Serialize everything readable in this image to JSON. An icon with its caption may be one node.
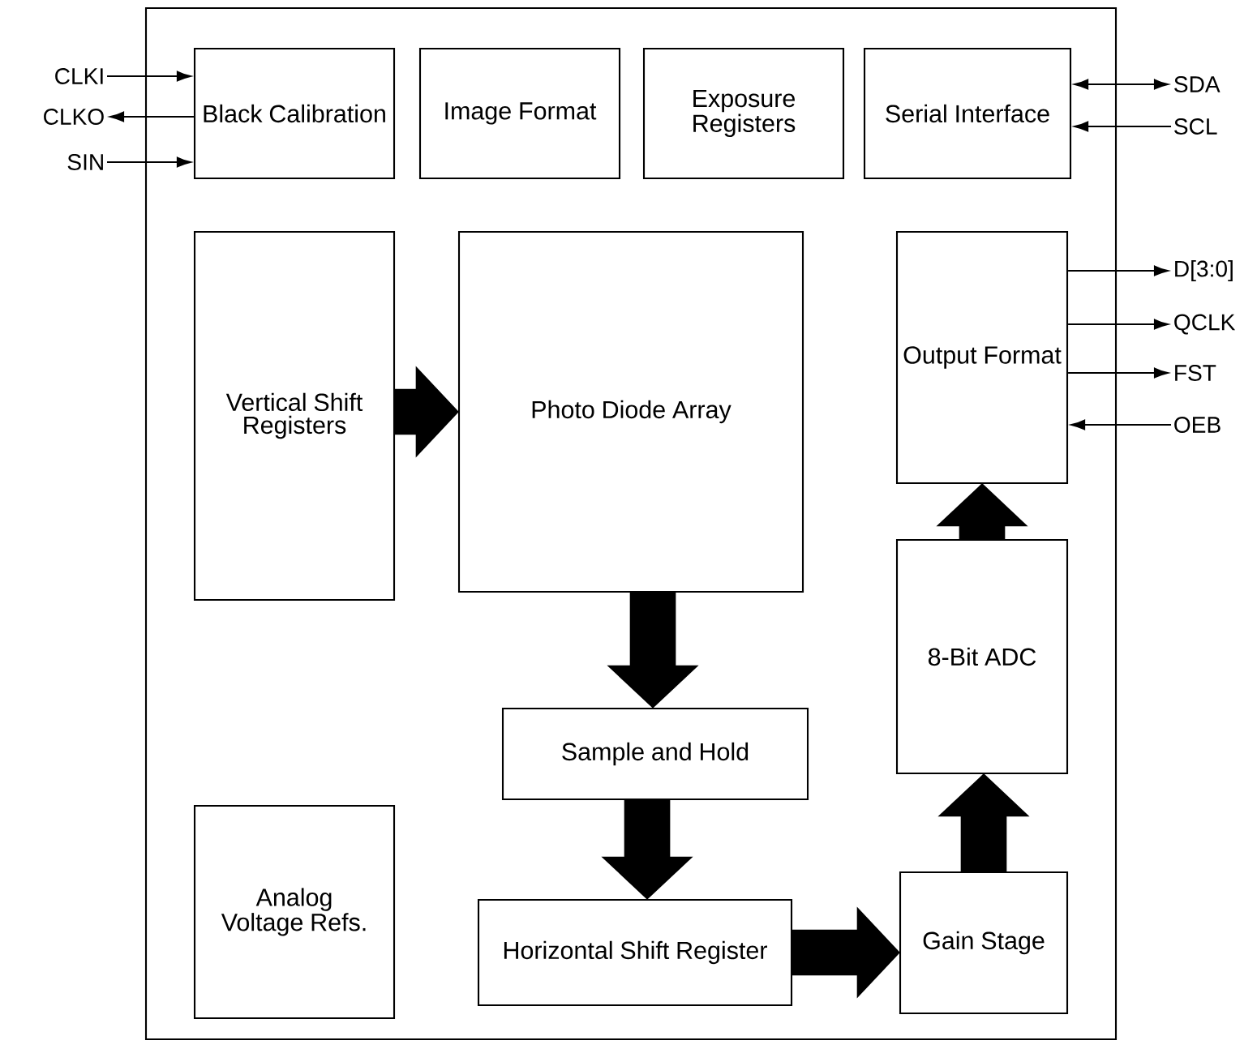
{
  "diagram": {
    "nodes": [
      {
        "text": [],
        "shape": "box"
      },
      {
        "text": [
          "Black Calibration"
        ],
        "in": 0
      },
      {
        "text": [
          "Image Format"
        ],
        "in": 0
      },
      {
        "text": [
          "Exposure Registers"
        ],
        "in": 0
      },
      {
        "text": [
          "Serial Interface"
        ],
        "in": 0
      },
      {
        "text": [
          "Vertical Shift Registers"
        ],
        "in": 0
      },
      {
        "text": [
          "Photo Diode Array"
        ],
        "in": 0
      },
      {
        "text": [
          "Output Format"
        ],
        "in": 0
      },
      {
        "text": [
          "8-Bit ADC"
        ],
        "in": 0
      },
      {
        "text": [
          "Sample and Hold"
        ],
        "in": 0
      },
      {
        "text": [
          "Analog Voltage Refs."
        ],
        "in": 0
      },
      {
        "text": [
          "Horizontal Shift Register"
        ],
        "in": 0
      },
      {
        "text": [
          "Gain Stage"
        ],
        "in": 0
      },
      {
        "text": [
          "CLKI"
        ]
      },
      {
        "text": [
          "CLKO"
        ]
      },
      {
        "text": [
          "SIN"
        ]
      },
      {
        "text": [
          "SDA"
        ]
      },
      {
        "text": [
          "SCL"
        ]
      },
      {
        "text": [
          "D[3:0]"
        ]
      },
      {
        "text": [
          "QCLK"
        ]
      },
      {
        "text": [
          "FST"
        ]
      },
      {
        "text": [
          "OEB"
        ]
      }
    ],
    "edges": [
      {
        "from": 13,
        "to": 1,
        "arrow": "to"
      },
      {
        "from": 1,
        "to": 14,
        "arrow": "to"
      },
      {
        "from": 15,
        "to": 1,
        "arrow": "to"
      },
      {
        "from": 4,
        "to": 16,
        "arrow": "both"
      },
      {
        "from": 17,
        "to": 4,
        "arrow": "to"
      },
      {
        "from": 7,
        "to": 18,
        "arrow": "to"
      },
      {
        "from": 7,
        "to": 19,
        "arrow": "to"
      },
      {
        "from": 7,
        "to": 20,
        "arrow": "to"
      },
      {
        "from": 21,
        "to": 7,
        "arrow": "to"
      },
      {
        "from": 5,
        "to": 6,
        "arrow": "to",
        "style": "thick"
      },
      {
        "from": 6,
        "to": 9,
        "arrow": "to",
        "style": "thick"
      },
      {
        "from": 9,
        "to": 11,
        "arrow": "to",
        "style": "thick"
      },
      {
        "from": 11,
        "to": 12,
        "arrow": "to",
        "style": "thick"
      },
      {
        "from": 12,
        "to": 8,
        "arrow": "to",
        "style": "thick"
      },
      {
        "from": 8,
        "to": 7,
        "arrow": "to",
        "style": "thick"
      }
    ]
  }
}
